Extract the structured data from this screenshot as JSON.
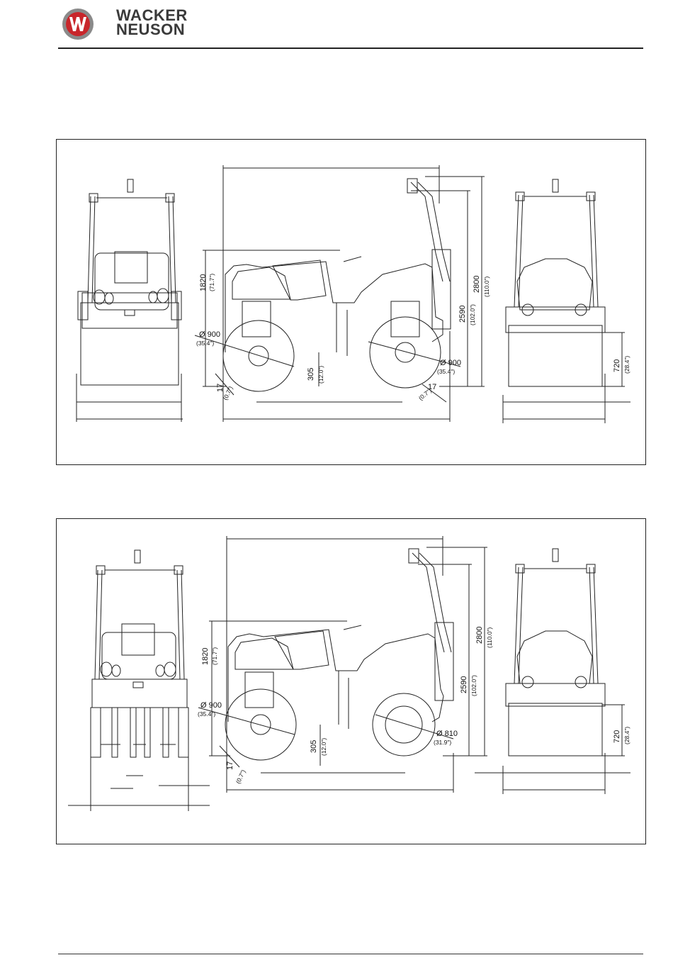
{
  "header": {
    "brand_line1": "WACKER",
    "brand_line2": "NEUSON",
    "logo_letter": "W"
  },
  "colors": {
    "logo_red": "#c8262b",
    "logo_grey": "#8a8a8a",
    "line": "#222222"
  },
  "panel1": {
    "diameter_front": "Ø 900",
    "diameter_front_in": "(35.4\")",
    "diameter_rear": "Ø 900",
    "diameter_rear_in": "(35.4\")",
    "height_1820": "1820",
    "height_1820_in": "(71.7\")",
    "height_2590": "2590",
    "height_2590_in": "(102.0\")",
    "height_2800": "2800",
    "height_2800_in": "(110.0\")",
    "clearance": "305",
    "clearance_in": "(12.0\")",
    "offset_left": "17",
    "offset_left_in": "(0.7\")",
    "offset_right": "17",
    "offset_right_in": "(0.7\")",
    "drum_height": "720",
    "drum_height_in": "(28.4\")"
  },
  "panel2": {
    "diameter_front": "Ø 900",
    "diameter_front_in": "(35.4\")",
    "diameter_rear": "Ø 810",
    "diameter_rear_in": "(31.9\")",
    "height_1820": "1820",
    "height_1820_in": "(71.7\")",
    "height_2590": "2590",
    "height_2590_in": "(102.0\")",
    "height_2800": "2800",
    "height_2800_in": "(110.0\")",
    "clearance": "305",
    "clearance_in": "(12.0\")",
    "offset_left": "17",
    "offset_left_in": "(0.7\")",
    "drum_height": "720",
    "drum_height_in": "(28.4\")"
  }
}
